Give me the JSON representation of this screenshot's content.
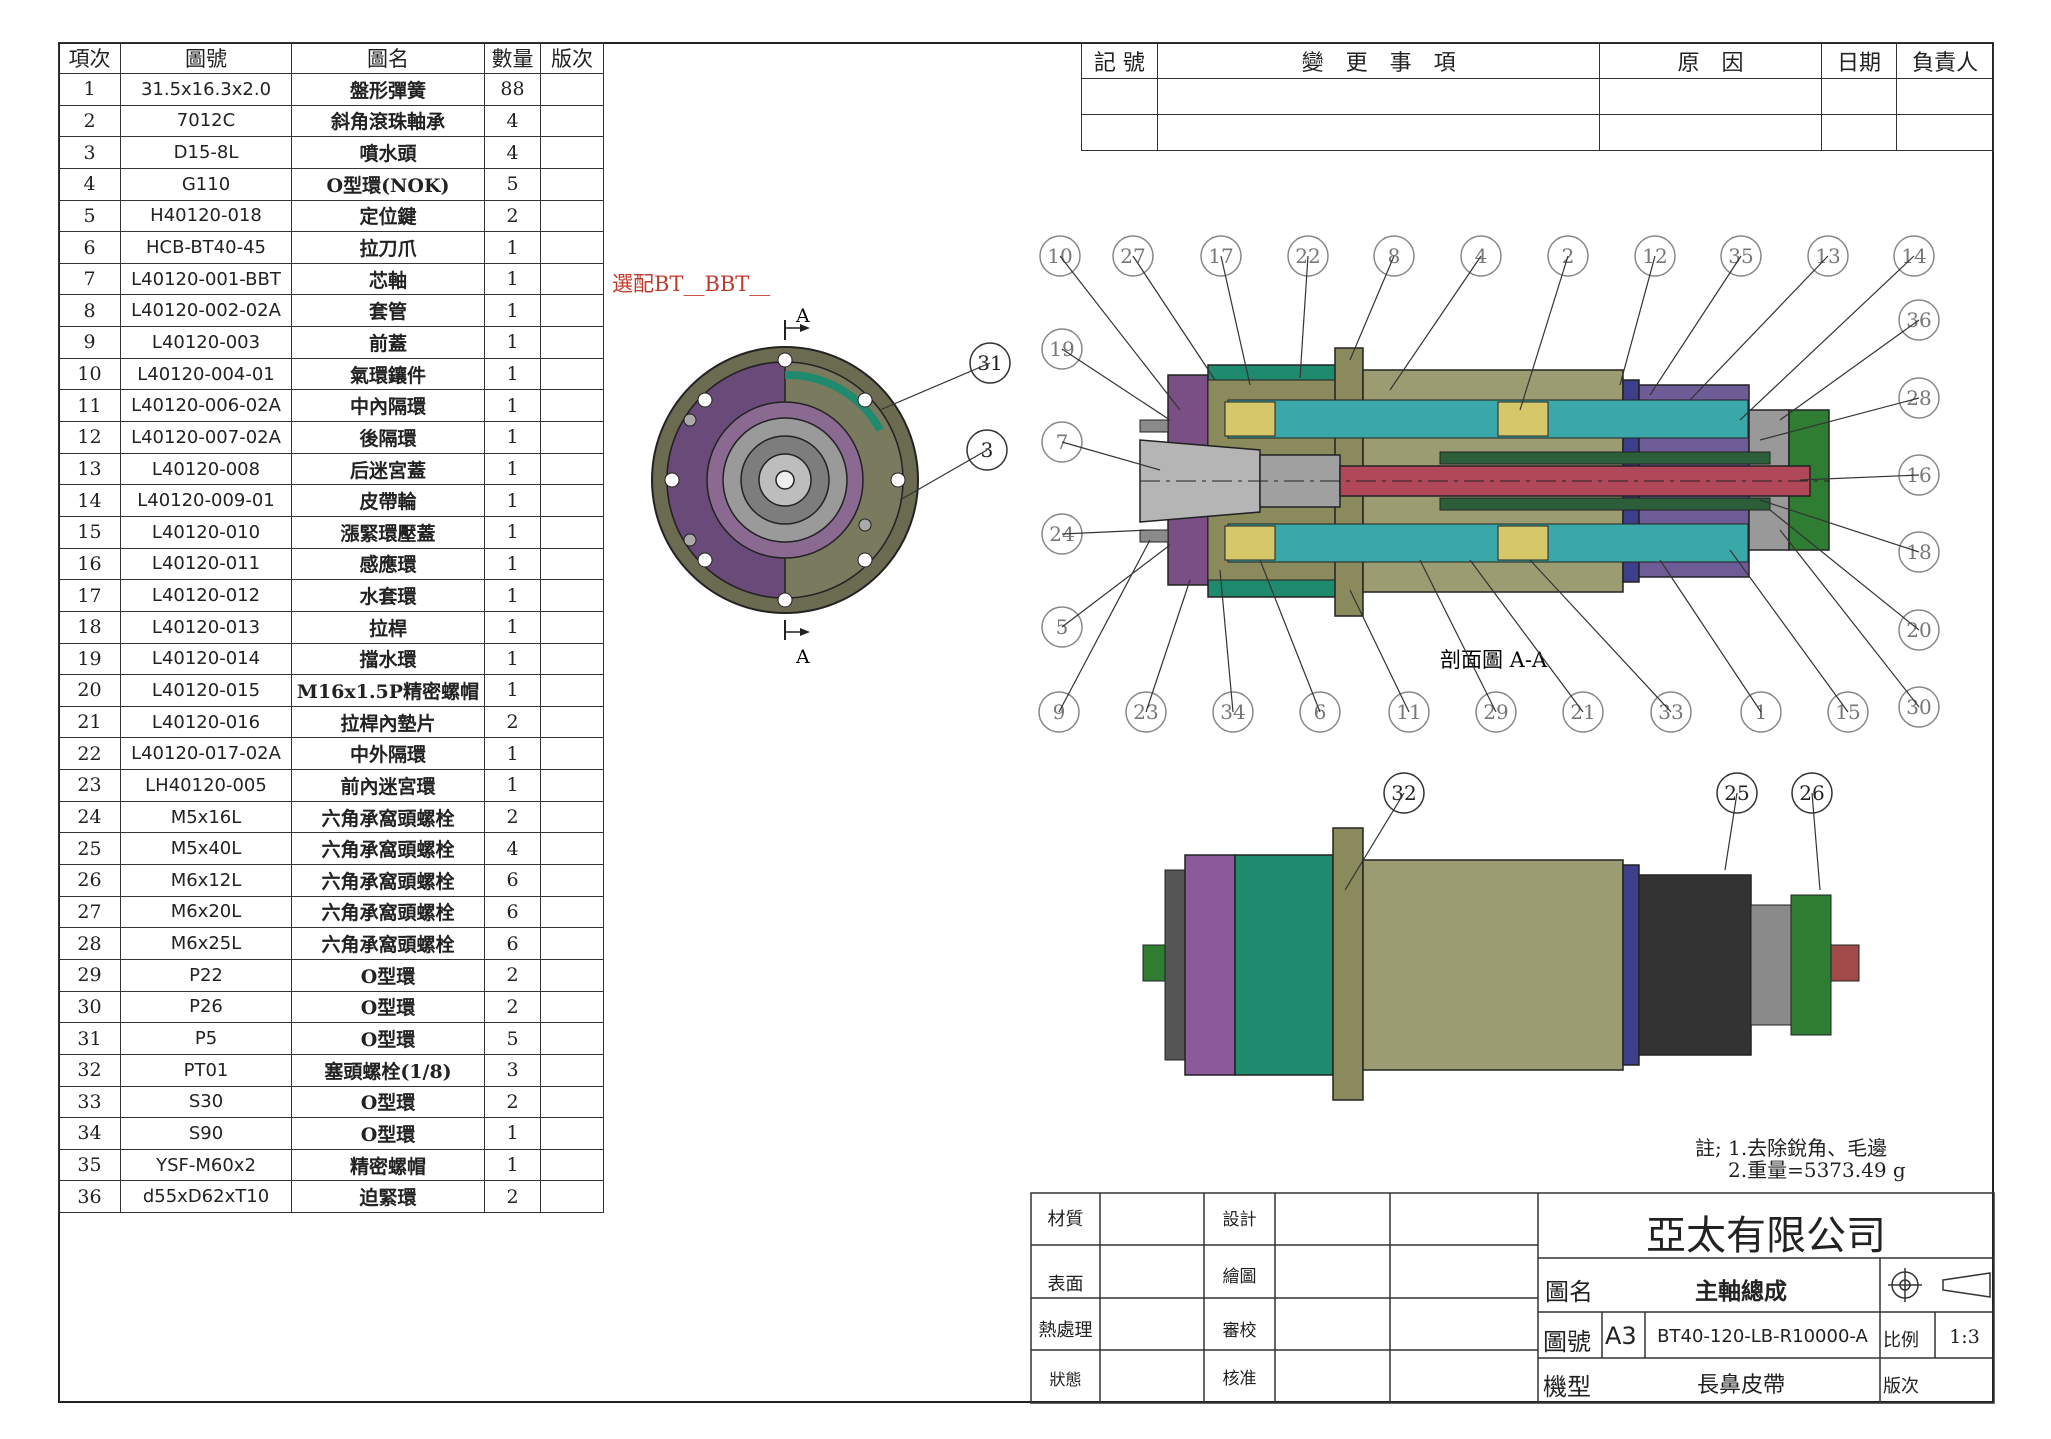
{
  "bom": {
    "headers": [
      "項次",
      "圖號",
      "圖名",
      "數量",
      "版次"
    ],
    "rows": [
      [
        "1",
        "31.5x16.3x2.0",
        "盤形彈簧",
        "88",
        ""
      ],
      [
        "2",
        "7012C",
        "斜角滾珠軸承",
        "4",
        ""
      ],
      [
        "3",
        "D15-8L",
        "噴水頭",
        "4",
        ""
      ],
      [
        "4",
        "G110",
        "O型環(NOK)",
        "5",
        ""
      ],
      [
        "5",
        "H40120-018",
        "定位鍵",
        "2",
        ""
      ],
      [
        "6",
        "HCB-BT40-45",
        "拉刀爪",
        "1",
        ""
      ],
      [
        "7",
        "L40120-001-BBT",
        "芯軸",
        "1",
        ""
      ],
      [
        "8",
        "L40120-002-02A",
        "套管",
        "1",
        ""
      ],
      [
        "9",
        "L40120-003",
        "前蓋",
        "1",
        ""
      ],
      [
        "10",
        "L40120-004-01",
        "氣環鑲件",
        "1",
        ""
      ],
      [
        "11",
        "L40120-006-02A",
        "中內隔環",
        "1",
        ""
      ],
      [
        "12",
        "L40120-007-02A",
        "後隔環",
        "1",
        ""
      ],
      [
        "13",
        "L40120-008",
        "后迷宮蓋",
        "1",
        ""
      ],
      [
        "14",
        "L40120-009-01",
        "皮帶輪",
        "1",
        ""
      ],
      [
        "15",
        "L40120-010",
        "漲緊環壓蓋",
        "1",
        ""
      ],
      [
        "16",
        "L40120-011",
        "感應環",
        "1",
        ""
      ],
      [
        "17",
        "L40120-012",
        "水套環",
        "1",
        ""
      ],
      [
        "18",
        "L40120-013",
        "拉桿",
        "1",
        ""
      ],
      [
        "19",
        "L40120-014",
        "擋水環",
        "1",
        ""
      ],
      [
        "20",
        "L40120-015",
        "M16x1.5P精密螺帽",
        "1",
        ""
      ],
      [
        "21",
        "L40120-016",
        "拉桿內墊片",
        "2",
        ""
      ],
      [
        "22",
        "L40120-017-02A",
        "中外隔環",
        "1",
        ""
      ],
      [
        "23",
        "LH40120-005",
        "前內迷宮環",
        "1",
        ""
      ],
      [
        "24",
        "M5x16L",
        "六角承窩頭螺栓",
        "2",
        ""
      ],
      [
        "25",
        "M5x40L",
        "六角承窩頭螺栓",
        "4",
        ""
      ],
      [
        "26",
        "M6x12L",
        "六角承窩頭螺栓",
        "6",
        ""
      ],
      [
        "27",
        "M6x20L",
        "六角承窩頭螺栓",
        "6",
        ""
      ],
      [
        "28",
        "M6x25L",
        "六角承窩頭螺栓",
        "6",
        ""
      ],
      [
        "29",
        "P22",
        "O型環",
        "2",
        ""
      ],
      [
        "30",
        "P26",
        "O型環",
        "2",
        ""
      ],
      [
        "31",
        "P5",
        "O型環",
        "5",
        ""
      ],
      [
        "32",
        "PT01",
        "塞頭螺栓(1/8)",
        "3",
        ""
      ],
      [
        "33",
        "S30",
        "O型環",
        "2",
        ""
      ],
      [
        "34",
        "S90",
        "O型環",
        "1",
        ""
      ],
      [
        "35",
        "YSF-M60x2",
        "精密螺帽",
        "1",
        ""
      ],
      [
        "36",
        "d55xD62xT10",
        "迫緊環",
        "2",
        ""
      ]
    ]
  },
  "revision": {
    "headers": [
      "記 號",
      "變　更　事　項",
      "原　因",
      "日期",
      "負責人"
    ]
  },
  "annotations": {
    "option_note": "選配BT__BBT__",
    "section_mark": "A",
    "section_label": "剖面圖 A-A",
    "note_line1": "註; 1.去除銳角、毛邊",
    "note_line2": "2.重量=5373.49 g"
  },
  "balloons": {
    "front_view": [
      "31",
      "3"
    ],
    "section_top": [
      "10",
      "27",
      "17",
      "22",
      "8",
      "4",
      "2",
      "12",
      "35",
      "13",
      "14"
    ],
    "section_left": [
      "19",
      "7",
      "24",
      "5"
    ],
    "section_right": [
      "36",
      "28",
      "16",
      "18",
      "20",
      "30"
    ],
    "section_bottom": [
      "9",
      "23",
      "34",
      "6",
      "11",
      "29",
      "21",
      "33",
      "1",
      "15"
    ],
    "side_view": [
      "32",
      "25",
      "26"
    ]
  },
  "title_block": {
    "material_label": "材質",
    "surface_label": "表面",
    "heat_label": "熱處理",
    "status_label": "狀態",
    "design_label": "設計",
    "draw_label": "繪圖",
    "review_label": "審校",
    "approve_label": "核准",
    "company": "亞太有限公司",
    "name_label": "圖名",
    "name_value": "主軸總成",
    "number_label": "圖號",
    "size": "A3",
    "number_value": "BT40-120-LB-R10000-A",
    "scale_label": "比例",
    "scale_value": "1:3",
    "model_label": "機型",
    "model_value": "長鼻皮帶",
    "version_label": "版次"
  },
  "colors": {
    "green": "#1f8a6e",
    "purple": "#7a4f86",
    "olive": "#8a8a5c",
    "cyan": "#3aa8a8",
    "red": "#b0485a",
    "line": "#333333",
    "balloon": "#7a7a7a",
    "option_red": "#c0392b"
  }
}
